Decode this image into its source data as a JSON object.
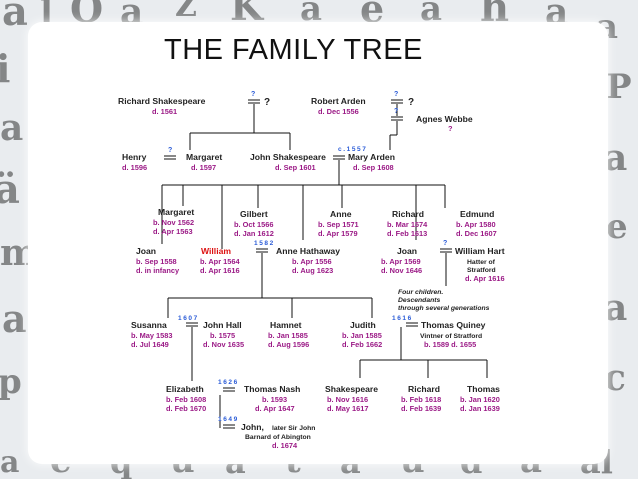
{
  "title": "THE FAMILY TREE",
  "people": {
    "richard_shakespeare": {
      "name": "Richard Shakespeare",
      "date": "d. 1561"
    },
    "robert_arden": {
      "name": "Robert Arden",
      "date": "d. Dec 1556"
    },
    "agnes_webbe": {
      "name": "Agnes Webbe",
      "date": "?"
    },
    "henry": {
      "name": "Henry",
      "date": "d. 1596"
    },
    "margaret_elder": {
      "name": "Margaret",
      "date": "d. 1597"
    },
    "john_shakespeare": {
      "name": "John Shakespeare",
      "date": "d. Sep 1601"
    },
    "mary_arden": {
      "name": "Mary Arden",
      "date": "d. Sep 1608"
    },
    "margaret": {
      "name": "Margaret",
      "date1": "b. Nov 1562",
      "date2": "d. Apr 1563"
    },
    "gilbert": {
      "name": "Gilbert",
      "date1": "b. Oct 1566",
      "date2": "d. Jan 1612"
    },
    "anne": {
      "name": "Anne",
      "date1": "b. Sep 1571",
      "date2": "d. Apr 1579"
    },
    "richard": {
      "name": "Richard",
      "date1": "b. Mar 1574",
      "date2": "d. Feb 1613"
    },
    "edmund": {
      "name": "Edmund",
      "date1": "b. Apr 1580",
      "date2": "d. Dec 1607"
    },
    "joan_infant": {
      "name": "Joan",
      "date1": "b. Sep 1558",
      "date2": "d. in infancy"
    },
    "william": {
      "name": "William",
      "date1": "b. Apr 1564",
      "date2": "d. Apr 1616"
    },
    "anne_hathaway": {
      "name": "Anne Hathaway",
      "date1": "b. Apr 1556",
      "date2": "d. Aug 1623"
    },
    "joan": {
      "name": "Joan",
      "date1": "b. Apr 1569",
      "date2": "d. Nov 1646"
    },
    "william_hart": {
      "name": "William Hart",
      "line1": "Hatter of",
      "line2": "Stratford",
      "date": "d. Apr 1616"
    },
    "susanna": {
      "name": "Susanna",
      "date1": "b. May 1583",
      "date2": "d. Jul 1649"
    },
    "john_hall": {
      "name": "John Hall",
      "date1": "b. 1575",
      "date2": "d. Nov 1635"
    },
    "hamnet": {
      "name": "Hamnet",
      "date1": "b. Jan 1585",
      "date2": "d. Aug 1596"
    },
    "judith": {
      "name": "Judith",
      "date1": "b. Jan 1585",
      "date2": "d. Feb 1662"
    },
    "thomas_quiney": {
      "name": "Thomas Quiney",
      "line1": "Vintner of Stratford",
      "date": "b. 1589  d. 1655"
    },
    "elizabeth": {
      "name": "Elizabeth",
      "date1": "b. Feb 1608",
      "date2": "d. Feb 1670"
    },
    "thomas_nash": {
      "name": "Thomas Nash",
      "date1": "b. 1593",
      "date2": "d. Apr 1647"
    },
    "shakespeare": {
      "name": "Shakespeare",
      "date1": "b. Nov 1616",
      "date2": "d. May 1617"
    },
    "richard_q": {
      "name": "Richard",
      "date1": "b. Feb 1618",
      "date2": "d. Feb 1639"
    },
    "thomas_q": {
      "name": "Thomas",
      "date1": "b. Jan 1620",
      "date2": "d. Jan 1639"
    },
    "john_barnard": {
      "name": "John,",
      "name_rest": "later Sir John",
      "line1": "Barnard of Abington",
      "date": "d. 1674"
    }
  },
  "unknown_mark": "?",
  "marriage_years": {
    "john_mary": "c.1557",
    "william_anne": "1582",
    "susanna_john": "1607",
    "judith_thomas": "1616",
    "elizabeth_thomas": "1626",
    "elizabeth_john": "1649"
  },
  "note": {
    "line1": "Four children.",
    "line2": "Descendants",
    "line3": "through several generations"
  }
}
